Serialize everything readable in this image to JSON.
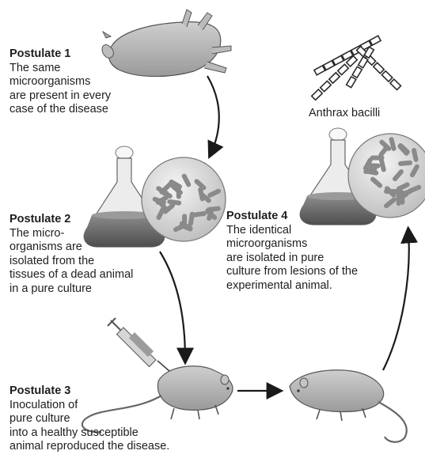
{
  "postulates": [
    {
      "title": "Postulate 1",
      "text": "The same\nmicroorganisms\nare present in every\ncase of the disease"
    },
    {
      "title": "Postulate 2",
      "text": "The micro-\norganisms are\nisolated from the\ntissues of a dead animal\nin a pure culture"
    },
    {
      "title": "Postulate 3",
      "text": "Inoculation of\npure culture\ninto a healthy susceptible\nanimal reproduced the disease."
    },
    {
      "title": "Postulate 4",
      "text": "The identical\nmicroorganisms\nare isolated in pure\nculture from lesions of the\nexperimental animal."
    }
  ],
  "anthrax_label": "Anthrax bacilli",
  "colors": {
    "text": "#1e1e1e",
    "arrow": "#1a1a1a",
    "animal": "#b5b5b5",
    "culture": "#6a6a6a",
    "flask": "#e8e8e8",
    "plate": "#dedede",
    "bacilli": "#8a8a8a"
  },
  "icons": [
    "dead-animal-icon",
    "flask-icon",
    "petri-plate-icon",
    "syringe-icon",
    "healthy-rat-icon",
    "infected-rat-icon",
    "bacilli-chain-icon"
  ]
}
